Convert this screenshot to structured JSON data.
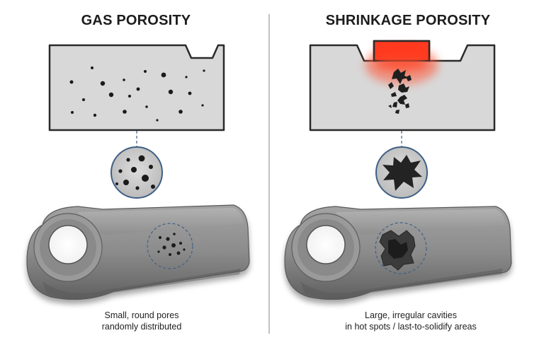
{
  "panels": {
    "gas": {
      "title": "GAS POROSITY",
      "caption_line1": "Small, round pores",
      "caption_line2": "randomly distributed"
    },
    "shrinkage": {
      "title": "SHRINKAGE POROSITY",
      "caption_line1": "Large, irregular cavities",
      "caption_line2": "in hot spots / last-to-solidify areas"
    }
  },
  "colors": {
    "section_fill": "#d9d9d9",
    "section_stroke": "#2a2a2a",
    "hot_spot": "#ff3a1f",
    "connector": "#3f5f86",
    "divider": "#9a9a9a",
    "part_metal": "#8d8d8d"
  }
}
